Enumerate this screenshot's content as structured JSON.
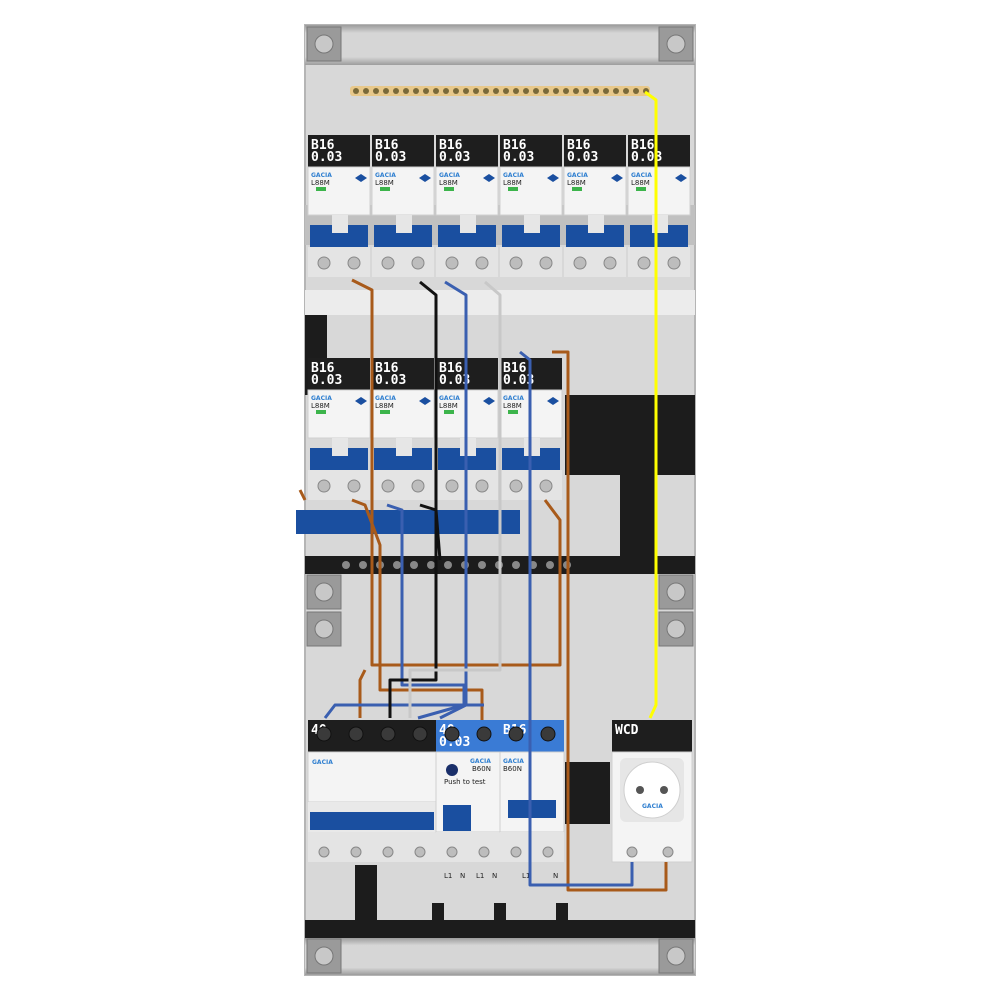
{
  "panel": {
    "brand": "GACIA",
    "colors": {
      "enclosure": "#d8d8d8",
      "din_rail": "#c4c4c4",
      "breaker_blue": "#1a4fa0",
      "label_black": "#1e1e1e",
      "label_blue": "#3a7bd5",
      "wire_brown": "#a85a1a",
      "wire_blue": "#3a5fb0",
      "wire_black": "#111111",
      "wire_grey": "#c8c8c8",
      "wire_earth": "#ffff00"
    },
    "row1": {
      "breakers": [
        {
          "rating": "B16",
          "sensitivity": "0.03",
          "model": "L88M"
        },
        {
          "rating": "B16",
          "sensitivity": "0.03",
          "model": "L88M"
        },
        {
          "rating": "B16",
          "sensitivity": "0.03",
          "model": "L88M"
        },
        {
          "rating": "B16",
          "sensitivity": "0.03",
          "model": "L88M"
        },
        {
          "rating": "B16",
          "sensitivity": "0.03",
          "model": "L88M"
        },
        {
          "rating": "B16",
          "sensitivity": "0.03",
          "model": "L88M"
        }
      ]
    },
    "row2": {
      "breakers": [
        {
          "rating": "B16",
          "sensitivity": "0.03",
          "model": "L88M"
        },
        {
          "rating": "B16",
          "sensitivity": "0.03",
          "model": "L88M"
        },
        {
          "rating": "B16",
          "sensitivity": "0.03",
          "model": "L88M"
        },
        {
          "rating": "B16",
          "sensitivity": "0.03",
          "model": "L88M"
        }
      ]
    },
    "row3": {
      "main_switch": {
        "rating": "40"
      },
      "rcd": {
        "rating": "40",
        "sensitivity": "0.03",
        "model": "B60N",
        "test_label": "Push to test"
      },
      "mcb": {
        "rating": "B16",
        "model": "B60N"
      },
      "socket": {
        "label": "WCD"
      },
      "terminal_labels": [
        "L1",
        "N",
        "L1",
        "N",
        "L1",
        "N"
      ]
    }
  }
}
